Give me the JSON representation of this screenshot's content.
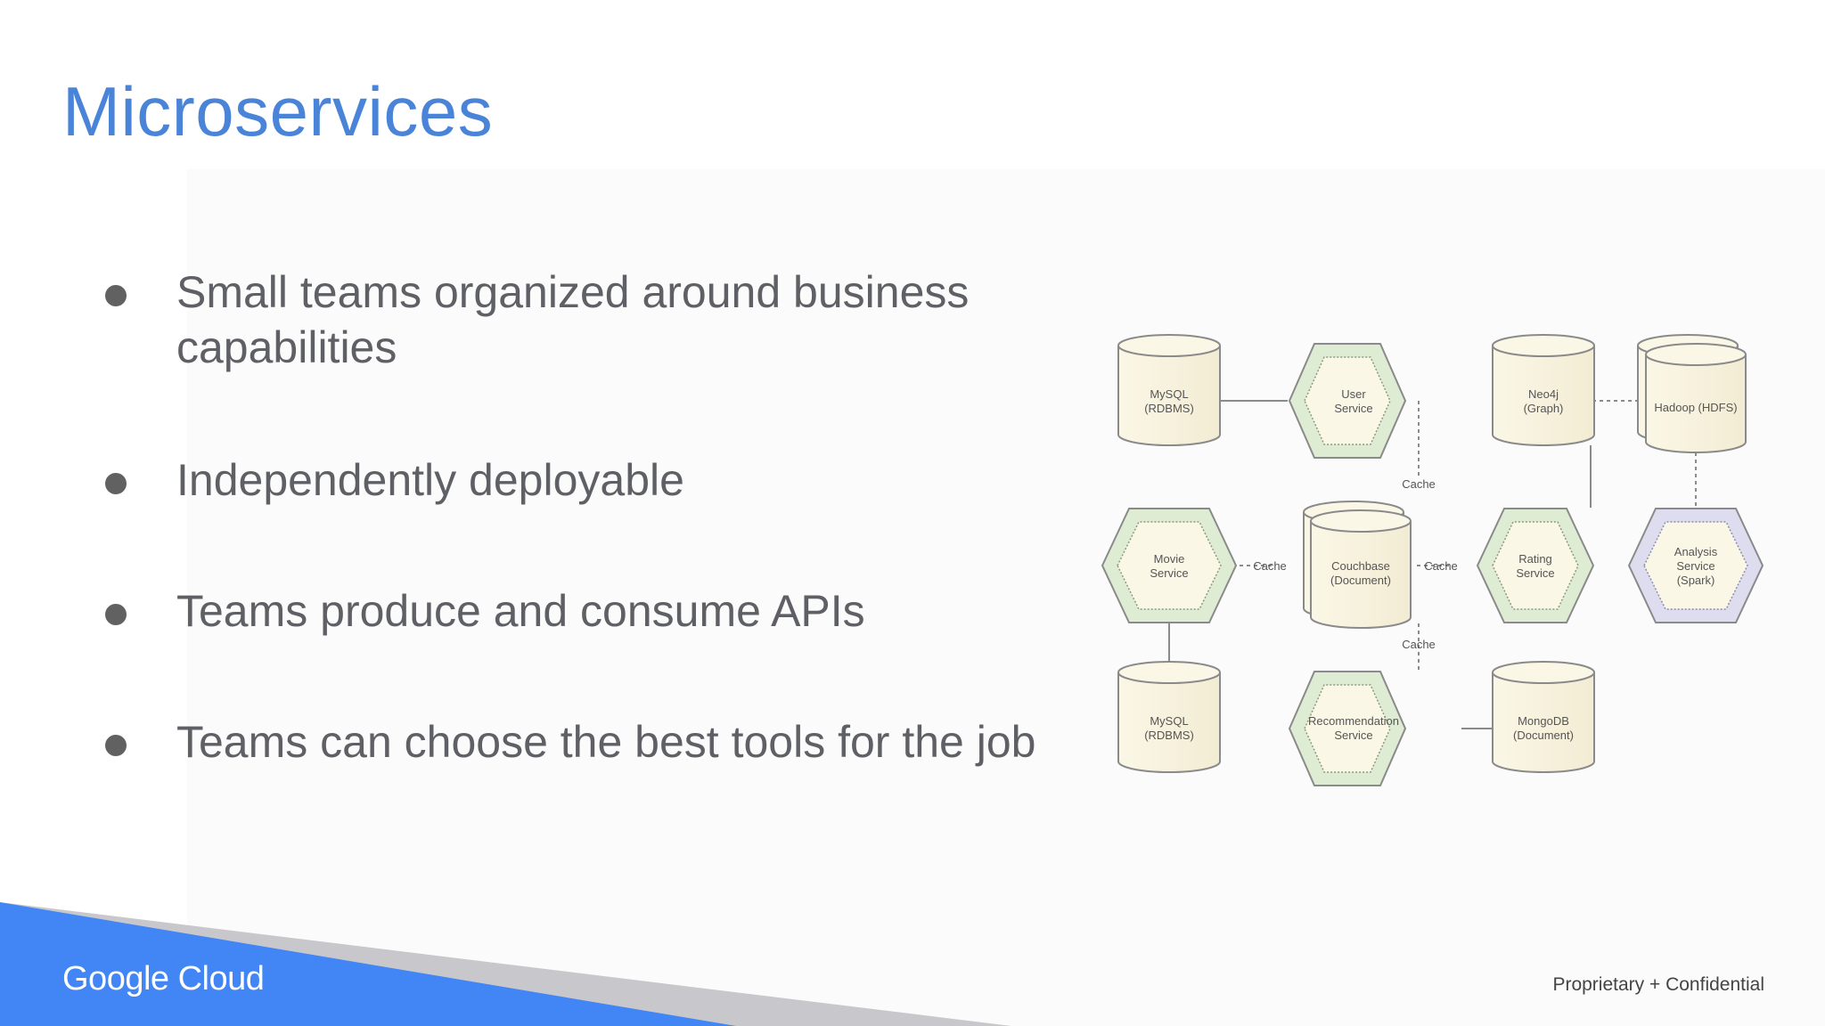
{
  "slide": {
    "title": "Microservices",
    "bullets": [
      {
        "text": "Small teams organized around business capabilities"
      },
      {
        "text": "Independently deployable"
      },
      {
        "text": "Teams produce and consume APIs"
      },
      {
        "text": "Teams can choose the best tools for the job"
      }
    ]
  },
  "diagram": {
    "nodes": {
      "mysql_top": {
        "line1": "MySQL",
        "line2": "(RDBMS)"
      },
      "user_service": {
        "line1": "User",
        "line2": "Service"
      },
      "neo4j": {
        "line1": "Neo4j",
        "line2": "(Graph)"
      },
      "hadoop": {
        "line1": "Hadoop (HDFS)"
      },
      "movie_service": {
        "line1": "Movie",
        "line2": "Service"
      },
      "couchbase": {
        "line1": "Couchbase",
        "line2": "(Document)"
      },
      "rating_service": {
        "line1": "Rating",
        "line2": "Service"
      },
      "analysis_service": {
        "line1": "Analysis",
        "line2": "Service",
        "line3": "(Spark)"
      },
      "mysql_bottom": {
        "line1": "MySQL",
        "line2": "(RDBMS)"
      },
      "recommendation_service": {
        "line1": "Recommendation",
        "line2": "Service"
      },
      "mongodb": {
        "line1": "MongoDB",
        "line2": "(Document)"
      }
    },
    "cache_labels": {
      "top": "Cache",
      "left": "Cache",
      "right": "Cache",
      "bottom": "Cache"
    },
    "colors": {
      "database_fill": "#fbf7e6",
      "service_fill": "#deecd3",
      "analysis_fill": "#dedcef",
      "outline": "#8a8a8a"
    }
  },
  "footer": {
    "logo": "Google Cloud",
    "confidential": "Proprietary + Confidential",
    "colors": {
      "blue": "#4285f4",
      "gray": "#c8c8cc"
    }
  }
}
